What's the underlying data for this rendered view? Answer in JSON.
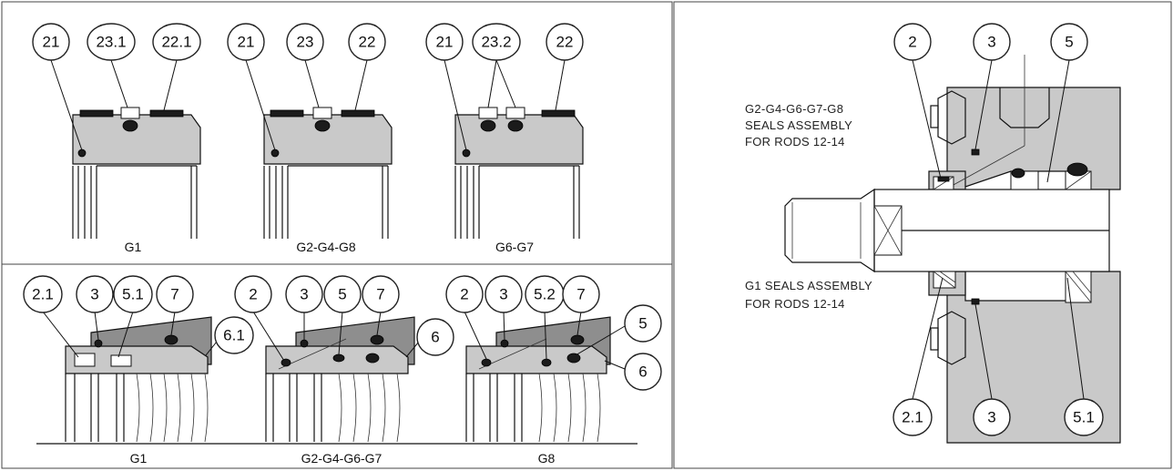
{
  "callouts": {
    "top_g1": [
      "21",
      "23.1",
      "22.1"
    ],
    "top_g2": [
      "21",
      "23",
      "22"
    ],
    "top_g6": [
      "21",
      "23.2",
      "22"
    ],
    "bottom_g1": [
      "2.1",
      "3",
      "5.1",
      "7",
      "6.1"
    ],
    "bottom_g2": [
      "2",
      "3",
      "5",
      "7",
      "6"
    ],
    "bottom_g8": [
      "2",
      "3",
      "5.2",
      "7",
      "5",
      "6"
    ],
    "right_top": [
      "2",
      "3",
      "5"
    ],
    "right_bottom": [
      "2.1",
      "3",
      "5.1"
    ]
  },
  "captions": {
    "top": [
      "G1",
      "G2-G4-G8",
      "G6-G7"
    ],
    "bottom": [
      "G1",
      "G2-G4-G6-G7",
      "G8"
    ]
  },
  "notes": {
    "upper": [
      "G2-G4-G6-G7-G8",
      "SEALS ASSEMBLY",
      "FOR RODS 12-14"
    ],
    "lower": [
      "G1 SEALS ASSEMBLY",
      "FOR RODS 12-14"
    ]
  }
}
